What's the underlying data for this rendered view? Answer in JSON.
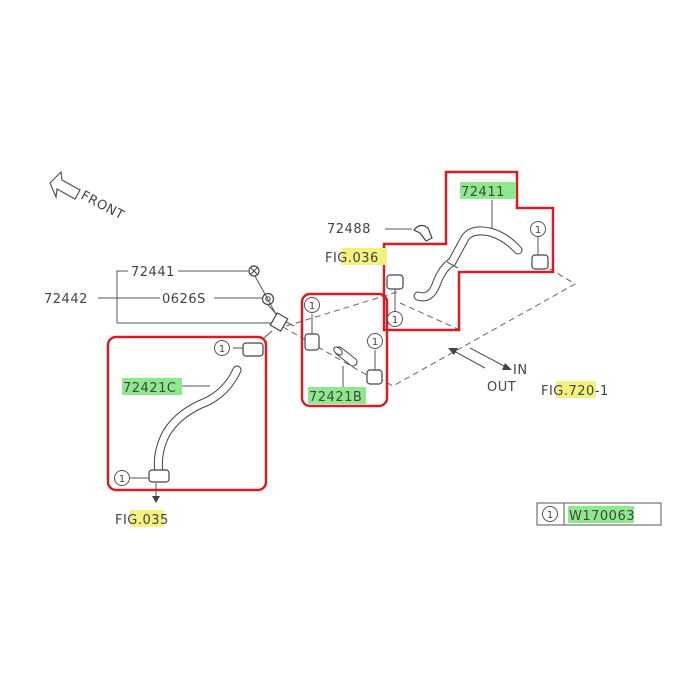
{
  "parts": {
    "p72411": "72411",
    "p72488": "72488",
    "p72441": "72441",
    "p72442": "72442",
    "p0626s": "0626S",
    "p72421c": "72421C",
    "p72421b": "72421B"
  },
  "fig_refs": {
    "fig036": "FIG.036",
    "fig035": "FIG.035",
    "fig720": "FIG.720-1"
  },
  "direction_labels": {
    "front": "FRONT",
    "in": "IN",
    "out": "OUT"
  },
  "callout_number": "1",
  "legend": {
    "number": "1",
    "code": "W170063"
  },
  "colors": {
    "highlight_box": "#d11f26",
    "part_highlight": "#8ee88e",
    "fig_highlight": "#f3f27e"
  }
}
